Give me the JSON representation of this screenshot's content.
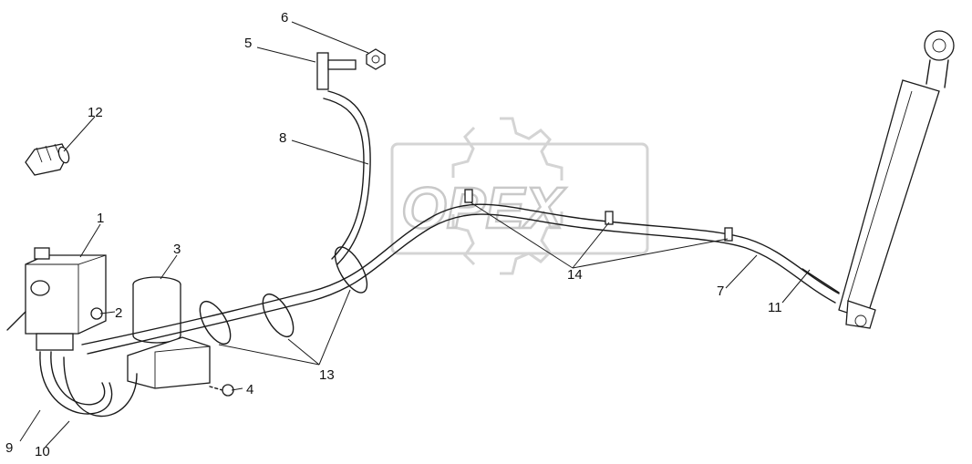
{
  "watermark": {
    "text": "OPEX"
  },
  "callouts": [
    "1",
    "2",
    "3",
    "4",
    "5",
    "6",
    "7",
    "8",
    "9",
    "10",
    "11",
    "12",
    "13",
    "14"
  ]
}
